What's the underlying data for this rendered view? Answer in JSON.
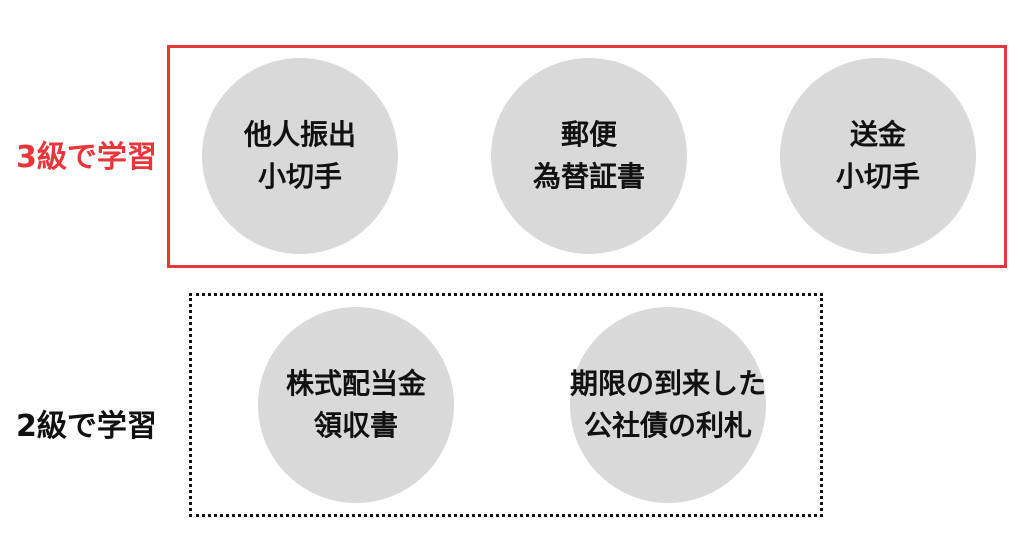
{
  "levels": [
    {
      "label": "3級で学習",
      "color": "#e8363b",
      "border_style": "solid",
      "items": [
        {
          "lines": [
            "他人振出",
            "小切手"
          ]
        },
        {
          "lines": [
            "郵便",
            "為替証書"
          ]
        },
        {
          "lines": [
            "送金",
            "小切手"
          ]
        }
      ]
    },
    {
      "label": "2級で学習",
      "color": "#111111",
      "border_style": "dotted",
      "items": [
        {
          "lines": [
            "株式配当金",
            "領収書"
          ]
        },
        {
          "lines": [
            "期限の到来した",
            "公社債の利札"
          ]
        }
      ]
    }
  ],
  "circle_color": "#d9d9d9"
}
